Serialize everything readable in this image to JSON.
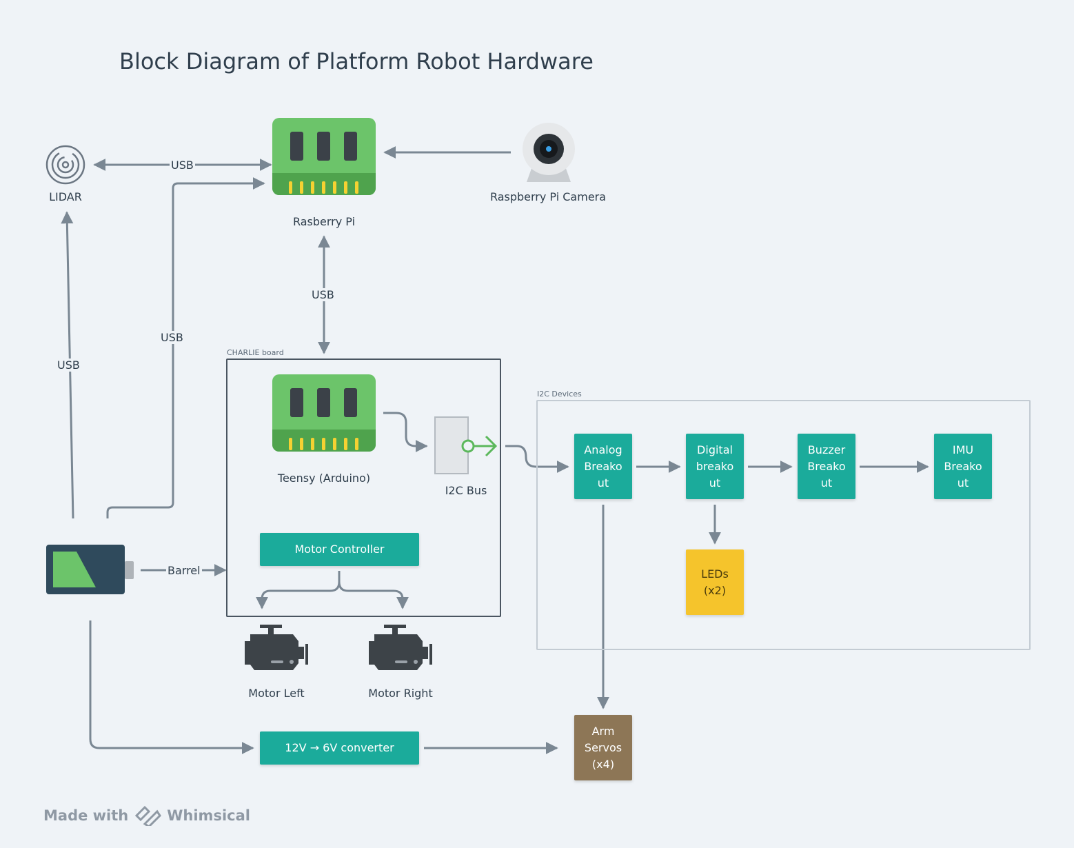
{
  "title": "Block Diagram of Platform Robot Hardware",
  "nodes": {
    "lidar": "LIDAR",
    "raspberry_pi": "Rasberry Pi",
    "camera": "Raspberry Pi Camera",
    "teensy": "Teensy (Arduino)",
    "i2c_bus": "I2C Bus",
    "motor_controller": "Motor Controller",
    "motor_left": "Motor Left",
    "motor_right": "Motor Right",
    "analog_breakout": "Analog\nBreako\nut",
    "digital_breakout": "Digital\nbreako\nut",
    "buzzer_breakout": "Buzzer\nBreako\nut",
    "imu_breakout": "IMU\nBreako\nut",
    "leds": "LEDs\n(x2)",
    "converter": "12V → 6V converter",
    "arm_servos": "Arm\nServos\n(x4)"
  },
  "groups": {
    "charlie_board": "CHARLIE board",
    "i2c_devices": "I2C Devices"
  },
  "connections": {
    "lidar_pi": "USB",
    "battery_pi": "USB",
    "battery_lidar": "USB",
    "pi_teensy": "USB",
    "battery_board": "Barrel"
  },
  "colors": {
    "background": "#eff3f7",
    "teal": "#1bab9b",
    "yellow": "#f5c42c",
    "brown": "#8d7656",
    "board_green": "#6cc46a",
    "wire": "#7a8793"
  },
  "footer": {
    "made_with": "Made with",
    "brand": "Whimsical"
  }
}
